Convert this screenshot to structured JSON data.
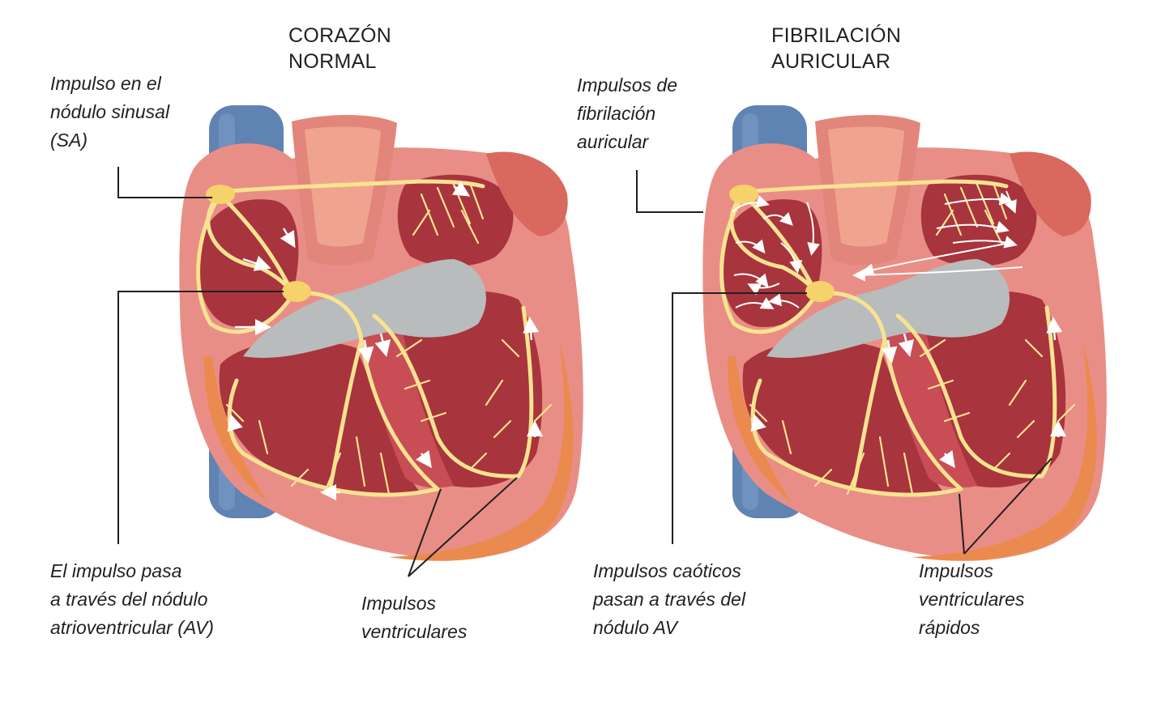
{
  "panels": {
    "normal": {
      "title": "CORAZÓN\nNORMAL",
      "label_sa": "Impulso en el\nnódulo sinusal\n(SA)",
      "label_av": "El impulso pasa\na través del nódulo\natrioventricular (AV)",
      "label_ventricular": "Impulsos\nventriculares"
    },
    "afib": {
      "title": "FIBRILACIÓN\nAURICULAR",
      "label_sa": "Impulsos de\nfibrilación\nauricular",
      "label_av": "Impulsos caóticos\npasan a través del\nnódulo AV",
      "label_ventricular": "Impulsos\nventriculares\nrápidos"
    }
  },
  "colors": {
    "vein": "#5f83b3",
    "heart_outer": "#e98e86",
    "heart_inner": "#a8343d",
    "myocardium": "#c84d55",
    "septum_gray": "#b9bcbd",
    "aorta": "#e2857a",
    "fat": "#eb8a4f",
    "conduction": "#f7e391",
    "node": "#f6d26a",
    "leader": "#231f20"
  }
}
